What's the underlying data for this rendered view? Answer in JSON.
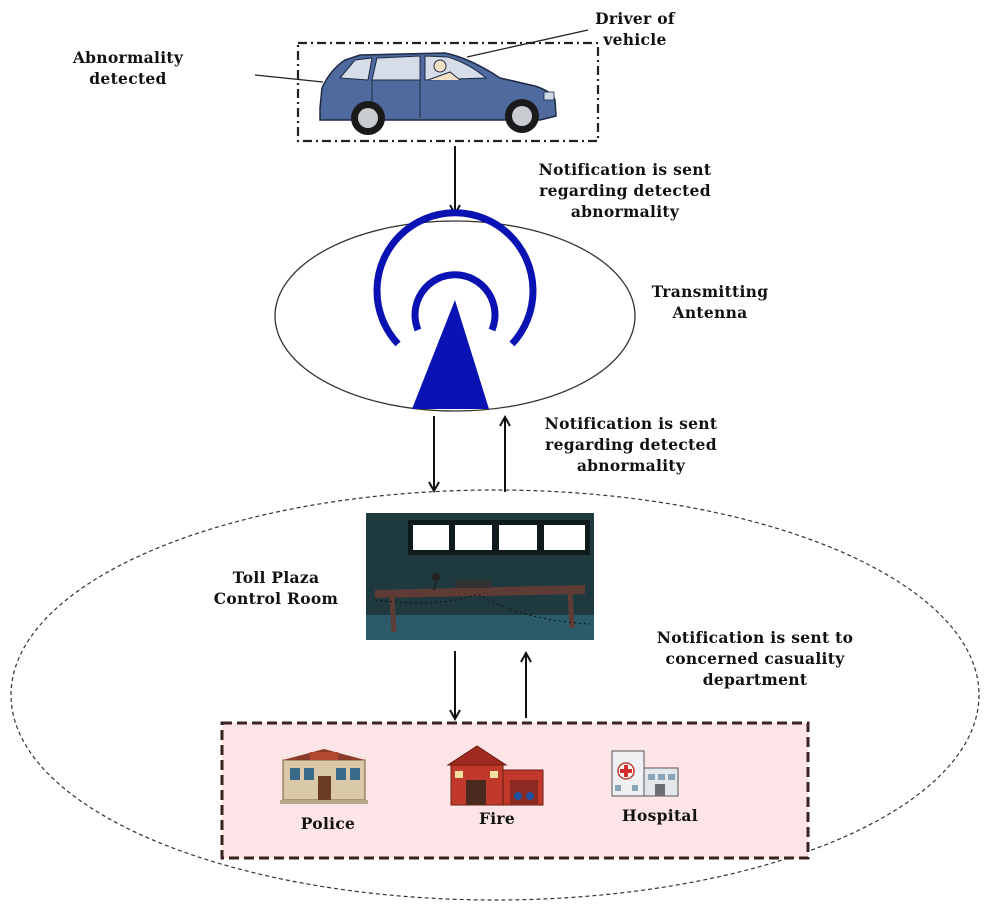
{
  "vehicle": {
    "abnormality_label_line1": "Abnormality",
    "abnormality_label_line2": "detected",
    "driver_label_line1": "Driver of",
    "driver_label_line2": "vehicle"
  },
  "notification_to_antenna": {
    "line1": "Notification is sent",
    "line2": "regarding detected",
    "line3": "abnormality"
  },
  "antenna": {
    "label_line1": "Transmitting",
    "label_line2": "Antenna"
  },
  "notification_to_control_room": {
    "line1": "Notification is sent",
    "line2": "regarding detected",
    "line3": "abnormality"
  },
  "control_room": {
    "label_line1": "Toll Plaza",
    "label_line2": "Control Room"
  },
  "notification_to_department": {
    "line1": "Notification is sent to",
    "line2": "concerned casuality",
    "line3": "department"
  },
  "departments": {
    "police": "Police",
    "fire": "Fire",
    "hospital": "Hospital"
  },
  "colors": {
    "antenna_blue": "#0a12b4",
    "car_blue": "#4e6a9e",
    "room_wall": "#1e3a3f",
    "room_floor": "#2b5a6a",
    "dept_box_fill": "#fde4e6",
    "dept_box_border": "#3a2320"
  }
}
